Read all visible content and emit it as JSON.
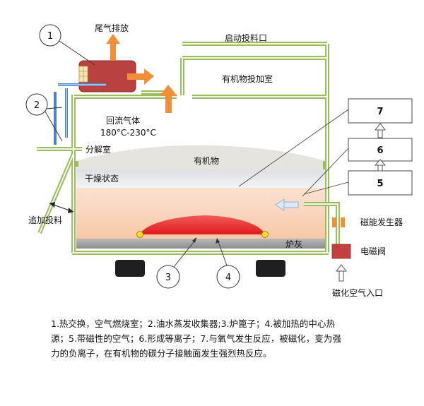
{
  "labels": {
    "exhaust": "尾气排放",
    "start_feed": "启动投料口",
    "organic_feed_chamber": "有机物投加室",
    "reflux_gas": "回流气体",
    "reflux_temp": "180°C-230°C",
    "decomposition_chamber": "分解室",
    "organic": "有机物",
    "dry_state": "干燥状态",
    "add_feed": "追加投料",
    "magnetic_generator": "磁能发生器",
    "electromagnetic_valve": "电磁阀",
    "ash": "炉灰",
    "magnetized_air_inlet": "磁化空气入口"
  },
  "callouts": [
    "1",
    "2",
    "3",
    "4"
  ],
  "boxes": [
    "7",
    "6",
    "5"
  ],
  "caption": {
    "line1": "1.热交换，空气燃烧室；2.油水蒸发收集器;3.炉篦子；4.被加热的中心热",
    "line2": "源；5.带磁性的空气；6.形成等离子；7.与氧气发生反应，被磁化，变为强",
    "line3": "力的负离子，在有机物的碳分子接触面发生强烈热反应。"
  }
}
